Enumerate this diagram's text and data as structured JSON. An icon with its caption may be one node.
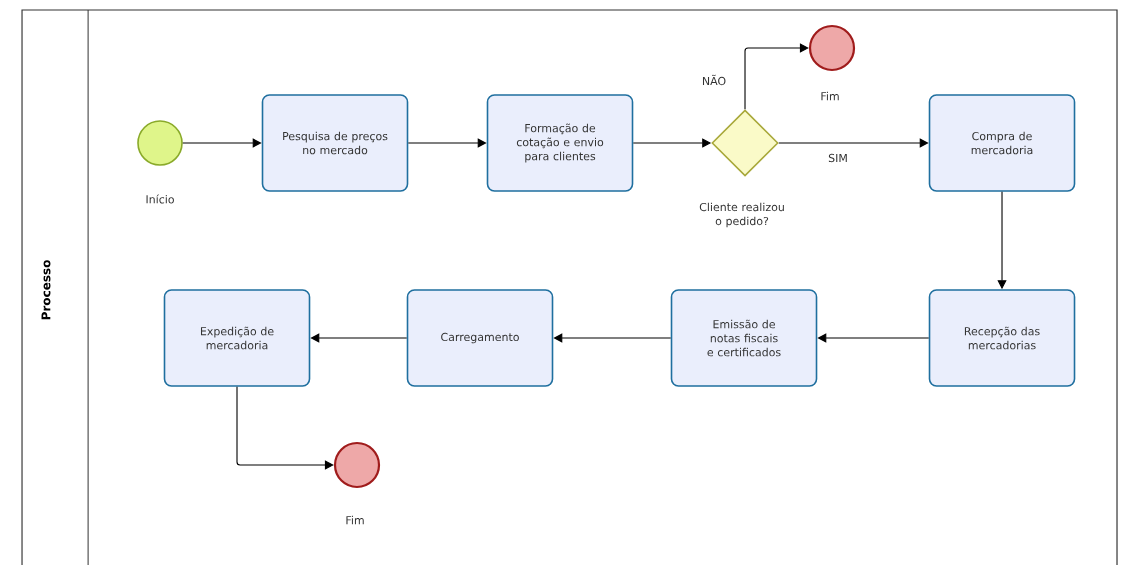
{
  "diagram": {
    "nodes": [
      {
        "text": [
          "Processo"
        ]
      },
      {
        "text": [],
        "shape": "circle",
        "beside": [
          "Início"
        ],
        "in": 0
      },
      {
        "text": [
          "Pesquisa de preços no mercado"
        ],
        "in": 0
      },
      {
        "text": [
          "Formação de cotação e envio para clientes"
        ],
        "in": 0
      },
      {
        "text": [],
        "shape": "diamond",
        "beside": [
          "Cliente realizou o pedido?"
        ],
        "in": 0
      },
      {
        "text": [],
        "shape": "circle",
        "beside": [
          "Fim"
        ],
        "in": 0
      },
      {
        "text": [
          "Compra de mercadoria"
        ],
        "in": 0
      },
      {
        "text": [
          "Recepção das mercadorias"
        ],
        "in": 0
      },
      {
        "text": [
          "Emissão de notas fiscais e certificados"
        ],
        "in": 0
      },
      {
        "text": [
          "Carregamento"
        ],
        "in": 0
      },
      {
        "text": [
          "Expedição de mercadoria"
        ],
        "in": 0
      },
      {
        "text": [],
        "shape": "circle",
        "beside": [
          "Fim"
        ],
        "in": 0
      }
    ],
    "edges": [
      {
        "from": 1,
        "to": 2,
        "arrow": "to"
      },
      {
        "from": 2,
        "to": 3,
        "arrow": "to"
      },
      {
        "from": 3,
        "to": 4,
        "arrow": "to"
      },
      {
        "from": 4,
        "to": 5,
        "arrow": "to",
        "label": "NÃO"
      },
      {
        "from": 4,
        "to": 6,
        "arrow": "to",
        "label": "SIM"
      },
      {
        "from": 6,
        "to": 7,
        "arrow": "to"
      },
      {
        "from": 7,
        "to": 8,
        "arrow": "to"
      },
      {
        "from": 8,
        "to": 9,
        "arrow": "to"
      },
      {
        "from": 9,
        "to": 10,
        "arrow": "to"
      },
      {
        "from": 10,
        "to": 11,
        "arrow": "to"
      }
    ]
  }
}
